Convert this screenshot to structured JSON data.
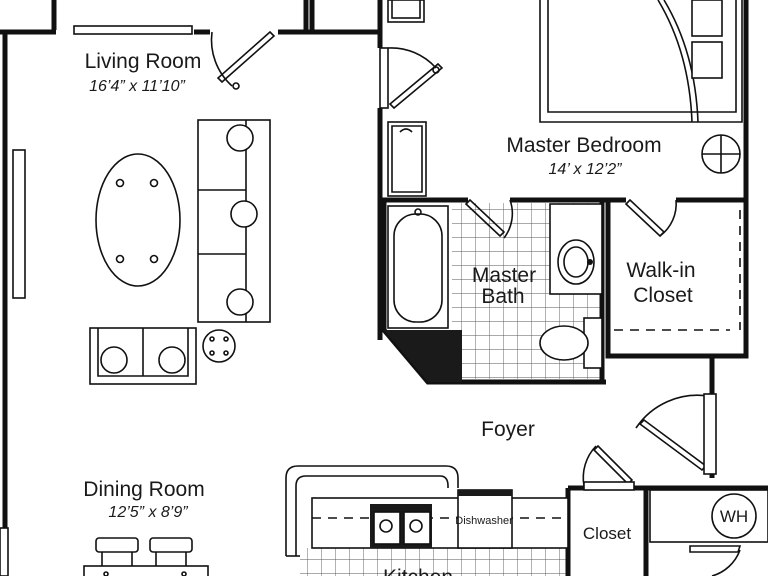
{
  "rooms": {
    "living_room": {
      "name": "Living Room",
      "dims": "16’4” x 11’10”"
    },
    "master_bedroom": {
      "name": "Master Bedroom",
      "dims": "14’ x 12’2”"
    },
    "master_bath": {
      "line1": "Master",
      "line2": "Bath"
    },
    "walk_in_closet": {
      "line1": "Walk-in",
      "line2": "Closet"
    },
    "foyer": {
      "name": "Foyer"
    },
    "dining_room": {
      "name": "Dining Room",
      "dims": "12’5” x 8’9”"
    },
    "kitchen": {
      "name": "Kitchen"
    },
    "closet": {
      "name": "Closet"
    }
  },
  "fixtures": {
    "dishwasher": "Dishwasher",
    "water_heater": "WH"
  }
}
